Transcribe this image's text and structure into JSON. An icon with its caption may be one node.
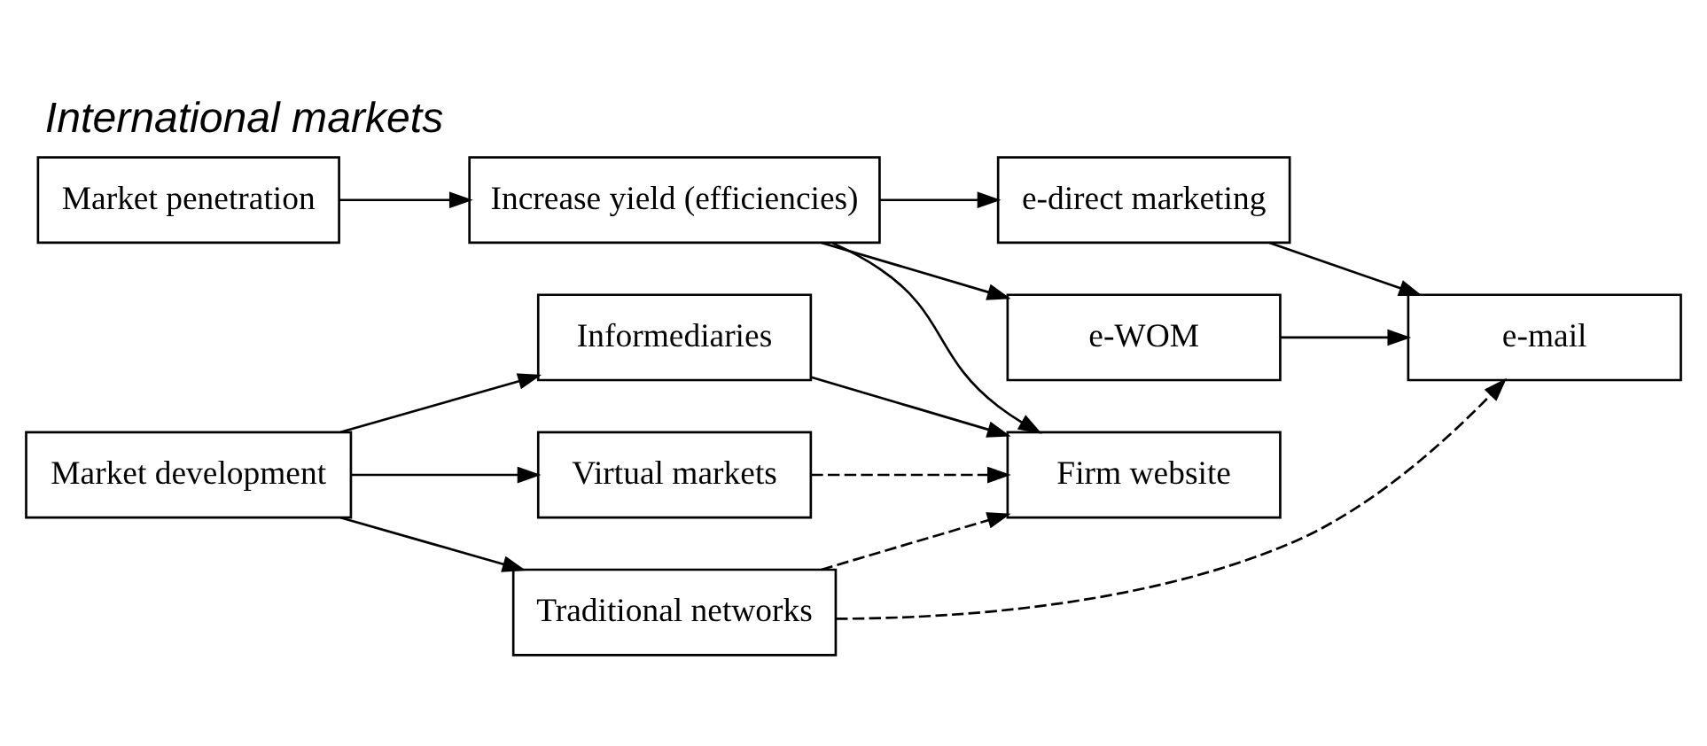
{
  "diagram": {
    "title": "International markets",
    "nodes": [
      {
        "text": [
          "Market penetration"
        ]
      },
      {
        "text": [
          "Increase yield (efficiencies)"
        ]
      },
      {
        "text": [
          "e-direct marketing"
        ]
      },
      {
        "text": [
          "e-WOM"
        ]
      },
      {
        "text": [
          "e-mail"
        ]
      },
      {
        "text": [
          "Market development"
        ]
      },
      {
        "text": [
          "Informediaries"
        ]
      },
      {
        "text": [
          "Virtual markets"
        ]
      },
      {
        "text": [
          "Firm website"
        ]
      },
      {
        "text": [
          "Traditional networks"
        ]
      }
    ],
    "edges": [
      {
        "from": 0,
        "to": 1,
        "arrow": "to"
      },
      {
        "from": 1,
        "to": 2,
        "arrow": "to"
      },
      {
        "from": 1,
        "to": 3,
        "arrow": "to"
      },
      {
        "from": 1,
        "to": 8,
        "arrow": "to"
      },
      {
        "from": 2,
        "to": 4,
        "arrow": "to"
      },
      {
        "from": 3,
        "to": 4,
        "arrow": "to"
      },
      {
        "from": 5,
        "to": 6,
        "arrow": "to"
      },
      {
        "from": 5,
        "to": 7,
        "arrow": "to"
      },
      {
        "from": 5,
        "to": 9,
        "arrow": "to"
      },
      {
        "from": 6,
        "to": 8,
        "arrow": "to"
      },
      {
        "from": 7,
        "to": 8,
        "arrow": "to",
        "style": "dashed"
      },
      {
        "from": 9,
        "to": 8,
        "arrow": "to",
        "style": "dashed"
      },
      {
        "from": 9,
        "to": 4,
        "arrow": "to",
        "style": "dashed"
      }
    ]
  }
}
